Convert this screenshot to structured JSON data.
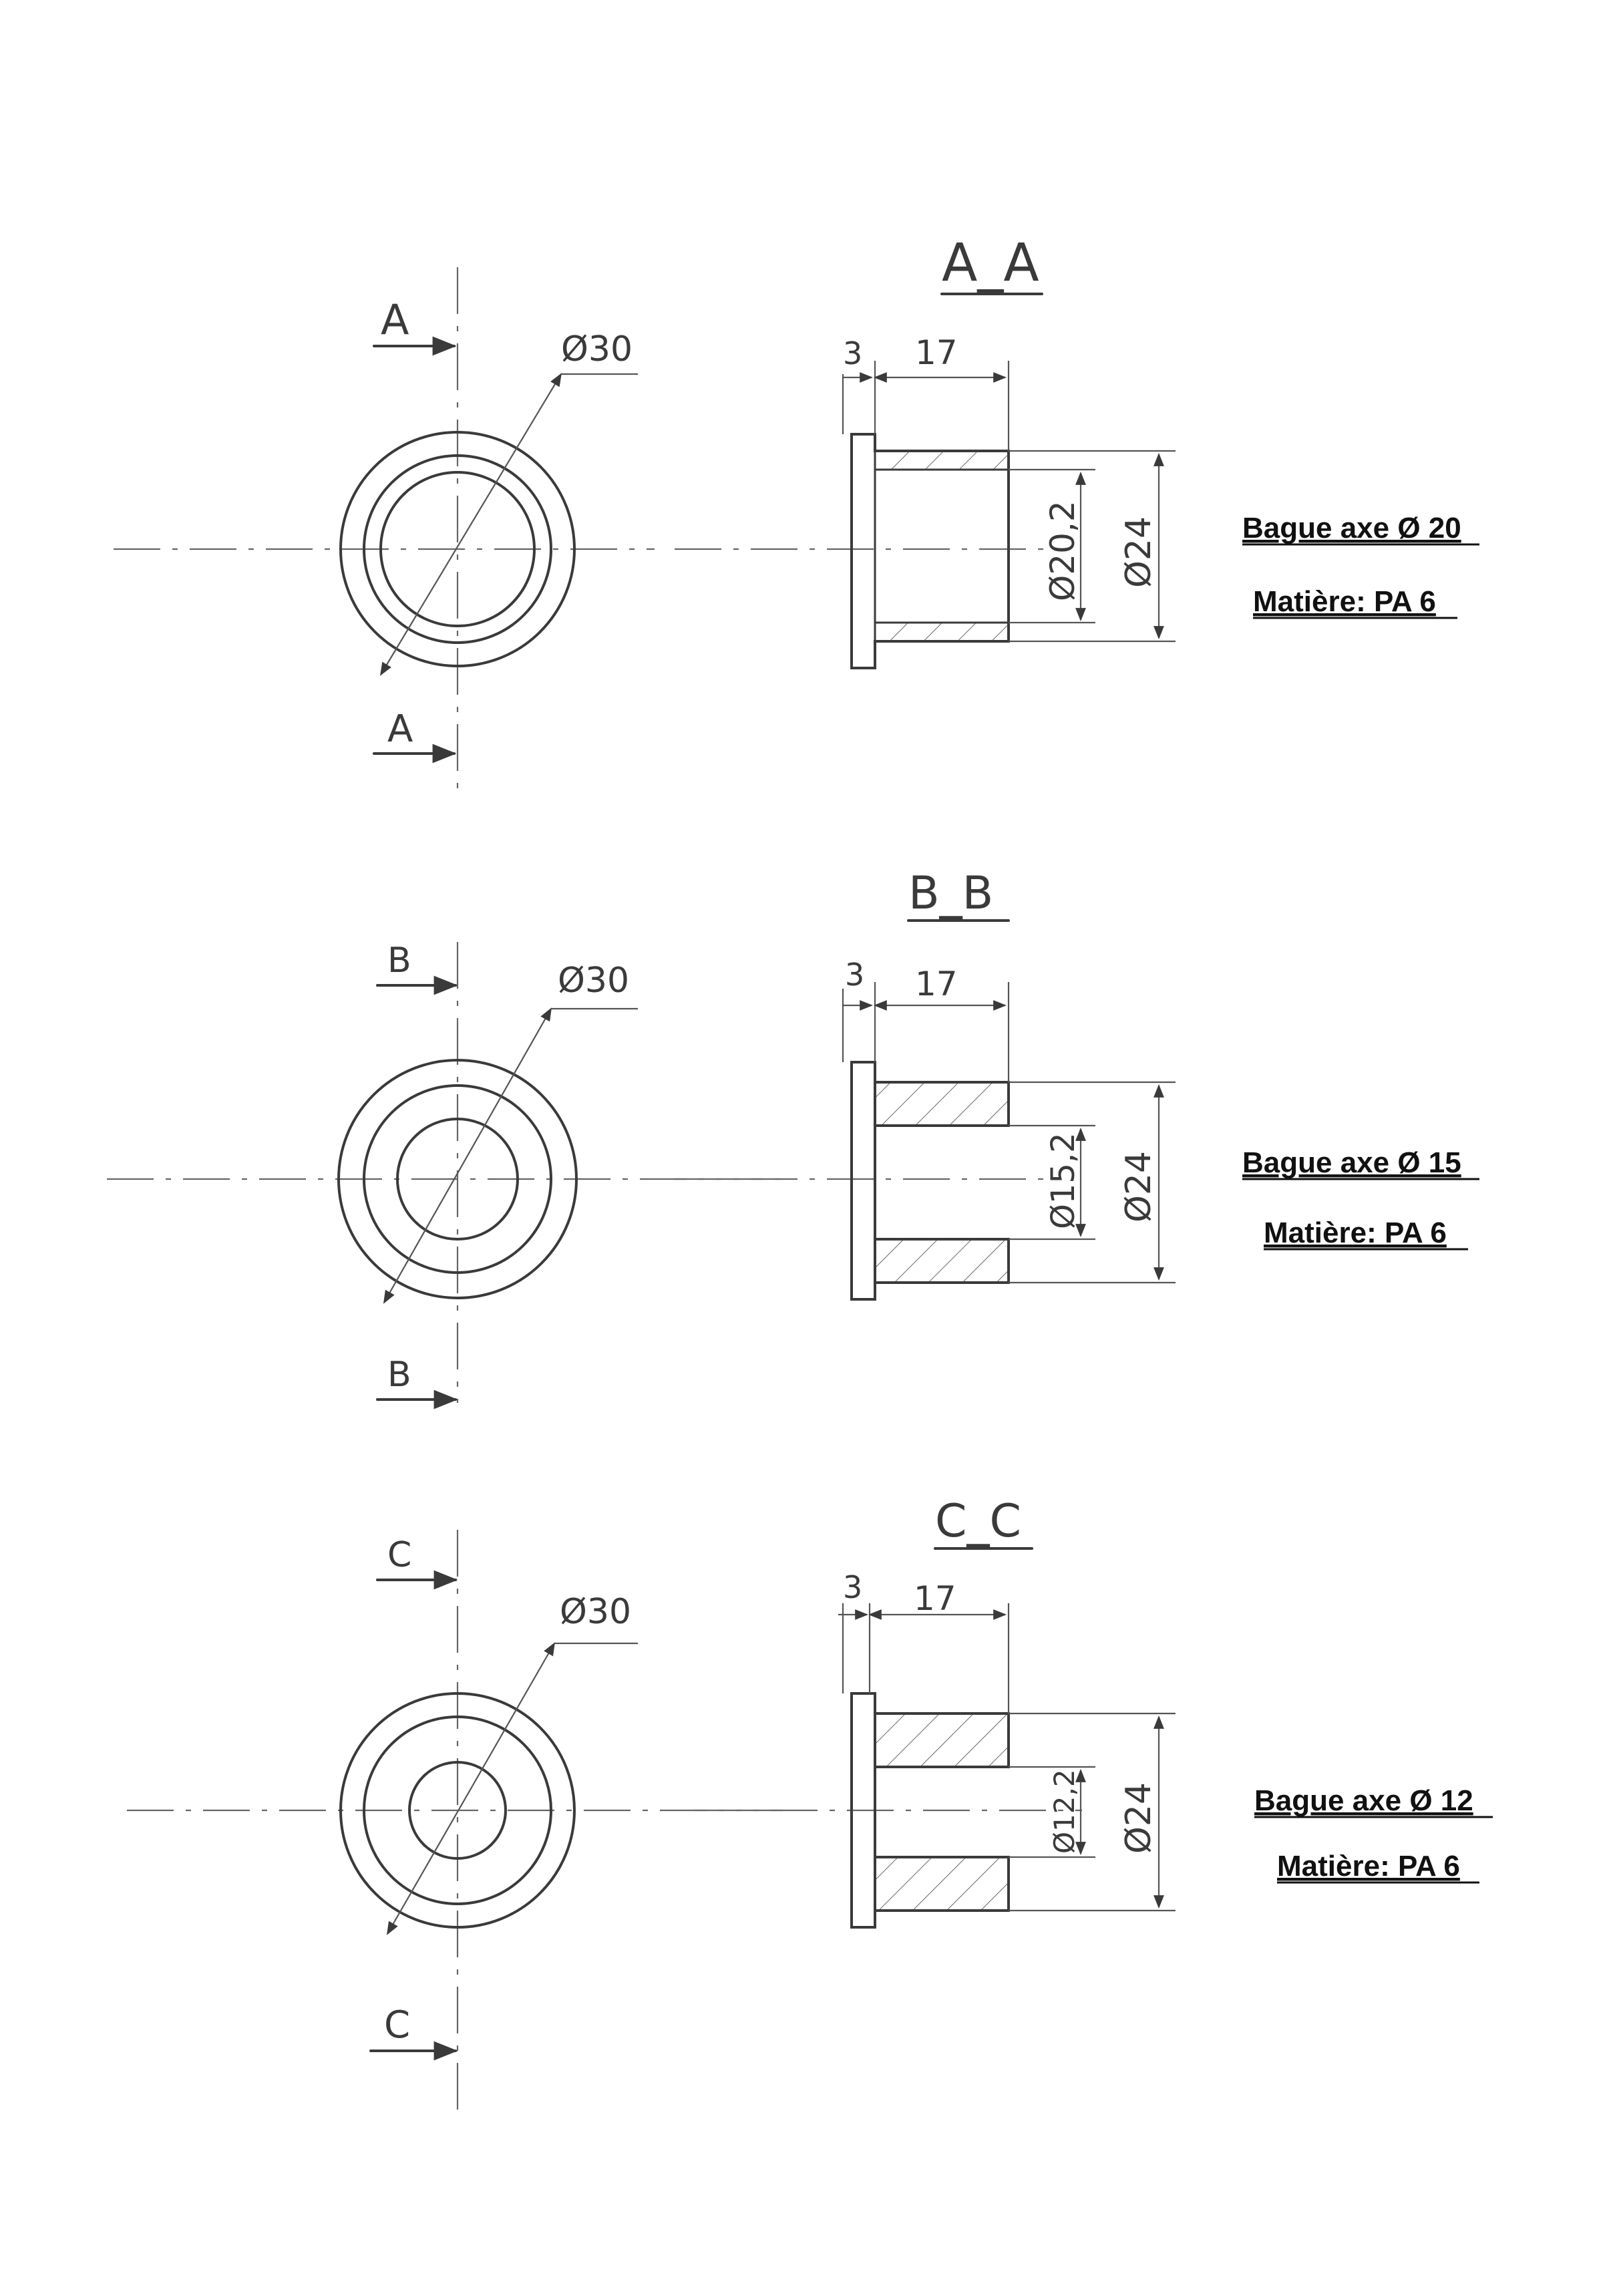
{
  "sections": [
    {
      "id": "A",
      "cut_letter": "A",
      "section_title": "A_A",
      "outer_diameter_label": "Ø30",
      "flange_width_label": "3",
      "body_length_label": "17",
      "bore_label": "Ø20,2",
      "outer_body_label": "Ø24",
      "title": "Bague axe Ø 20",
      "material": "Matière: PA 6"
    },
    {
      "id": "B",
      "cut_letter": "B",
      "section_title": "B_B",
      "outer_diameter_label": "Ø30",
      "flange_width_label": "3",
      "body_length_label": "17",
      "bore_label": "Ø15,2",
      "outer_body_label": "Ø24",
      "title": "Bague axe Ø 15",
      "material": "Matière: PA 6"
    },
    {
      "id": "C",
      "cut_letter": "C",
      "section_title": "C_C",
      "outer_diameter_label": "Ø30",
      "flange_width_label": "3",
      "body_length_label": "17",
      "bore_label": "Ø12,2",
      "outer_body_label": "Ø24",
      "title": "Bague axe Ø 12",
      "material": "Matière: PA 6"
    }
  ],
  "colors": {
    "ink": "#3a3a3a",
    "label": "#111111",
    "paper": "#ffffff"
  }
}
